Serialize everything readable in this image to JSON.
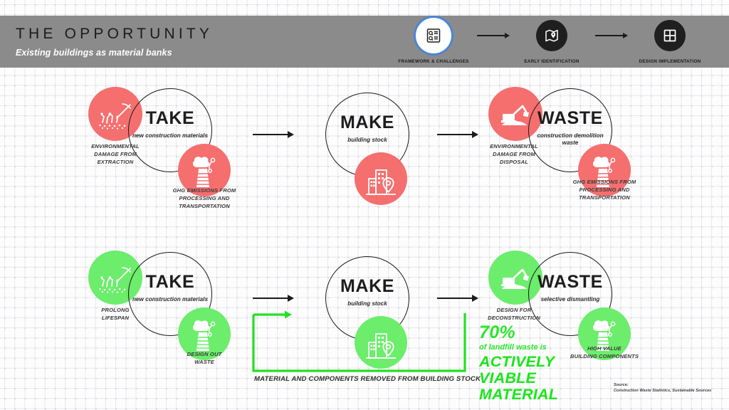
{
  "header": {
    "title": "THE OPPORTUNITY",
    "subtitle": "Existing buildings as material banks",
    "bg_color": "#8b8b8b",
    "nav": [
      {
        "label": "FRAMEWORK & CHALLENGES",
        "icon": "checklist-search-icon",
        "active": true
      },
      {
        "label": "EARLY IDENTIFICATION",
        "icon": "map-pin-icon",
        "active": false
      },
      {
        "label": "DESIGN IMPLEMENTATION",
        "icon": "window-grid-icon",
        "active": false
      }
    ],
    "active_ring_color": "#4a86d8"
  },
  "colors": {
    "linear_accent": "#f56f6f",
    "circular_accent": "#6ced6c",
    "stat_green": "#2ae62a",
    "stroke": "#1a1a1a"
  },
  "rows": [
    {
      "id": "linear-model",
      "accent": "#f56f6f",
      "stages": [
        {
          "name": "take",
          "word": "TAKE",
          "sub": "new construction\nmaterials",
          "bubbles": [
            {
              "icon": "mining-extraction-icon",
              "caption": "ENVIRONMENTAL\nDAMAGE FROM\nEXTRACTION"
            },
            {
              "icon": "smokestack-emissions-icon",
              "caption": "GHG EMISSIONS FROM\nPROCESSING AND\nTRANSPORTATION"
            }
          ]
        },
        {
          "name": "make",
          "word": "MAKE",
          "sub": "building stock",
          "bubbles": [
            {
              "icon": "building-stock-icon",
              "caption": ""
            }
          ]
        },
        {
          "name": "waste",
          "word": "WASTE",
          "sub": "construction\ndemolition waste",
          "bubbles": [
            {
              "icon": "excavator-demolition-icon",
              "caption": "ENVIRONMENTAL\nDAMAGE FROM\nDISPOSAL"
            },
            {
              "icon": "smokestack-emissions-icon",
              "caption": "GHG EMISSIONS FROM\nPROCESSING AND\nTRANSPORTATION"
            }
          ]
        }
      ]
    },
    {
      "id": "circular-model",
      "accent": "#6ced6c",
      "stages": [
        {
          "name": "take",
          "word": "TAKE",
          "sub": "new construction\nmaterials",
          "bubbles": [
            {
              "icon": "mining-extraction-icon",
              "caption": "PROLONG\nLIFESPAN"
            },
            {
              "icon": "smokestack-emissions-icon",
              "caption": "DESIGN OUT\nWASTE"
            }
          ]
        },
        {
          "name": "make",
          "word": "MAKE",
          "sub": "building stock",
          "bubbles": [
            {
              "icon": "building-stock-icon",
              "caption": ""
            }
          ]
        },
        {
          "name": "waste",
          "word": "WASTE",
          "sub": "selective\ndismantling",
          "bubbles": [
            {
              "icon": "excavator-demolition-icon",
              "caption": "DESIGN FOR\nDECONSTRUCTION"
            },
            {
              "icon": "smokestack-emissions-icon",
              "caption": "HIGH VALUE\nBUILDING COMPONENTS"
            }
          ]
        }
      ]
    }
  ],
  "loop": {
    "caption": "MATERIAL AND COMPONENTS REMOVED FROM BUILDING STOCK",
    "color": "#22e022"
  },
  "stat": {
    "number": "70%",
    "lead": "of landfill waste is",
    "line1": "ACTIVELY",
    "line2": "VIABLE",
    "line3": "MATERIAL"
  },
  "source": {
    "label": "Source:",
    "text": "Construction Waste Statistics, Sustainable Sources"
  }
}
